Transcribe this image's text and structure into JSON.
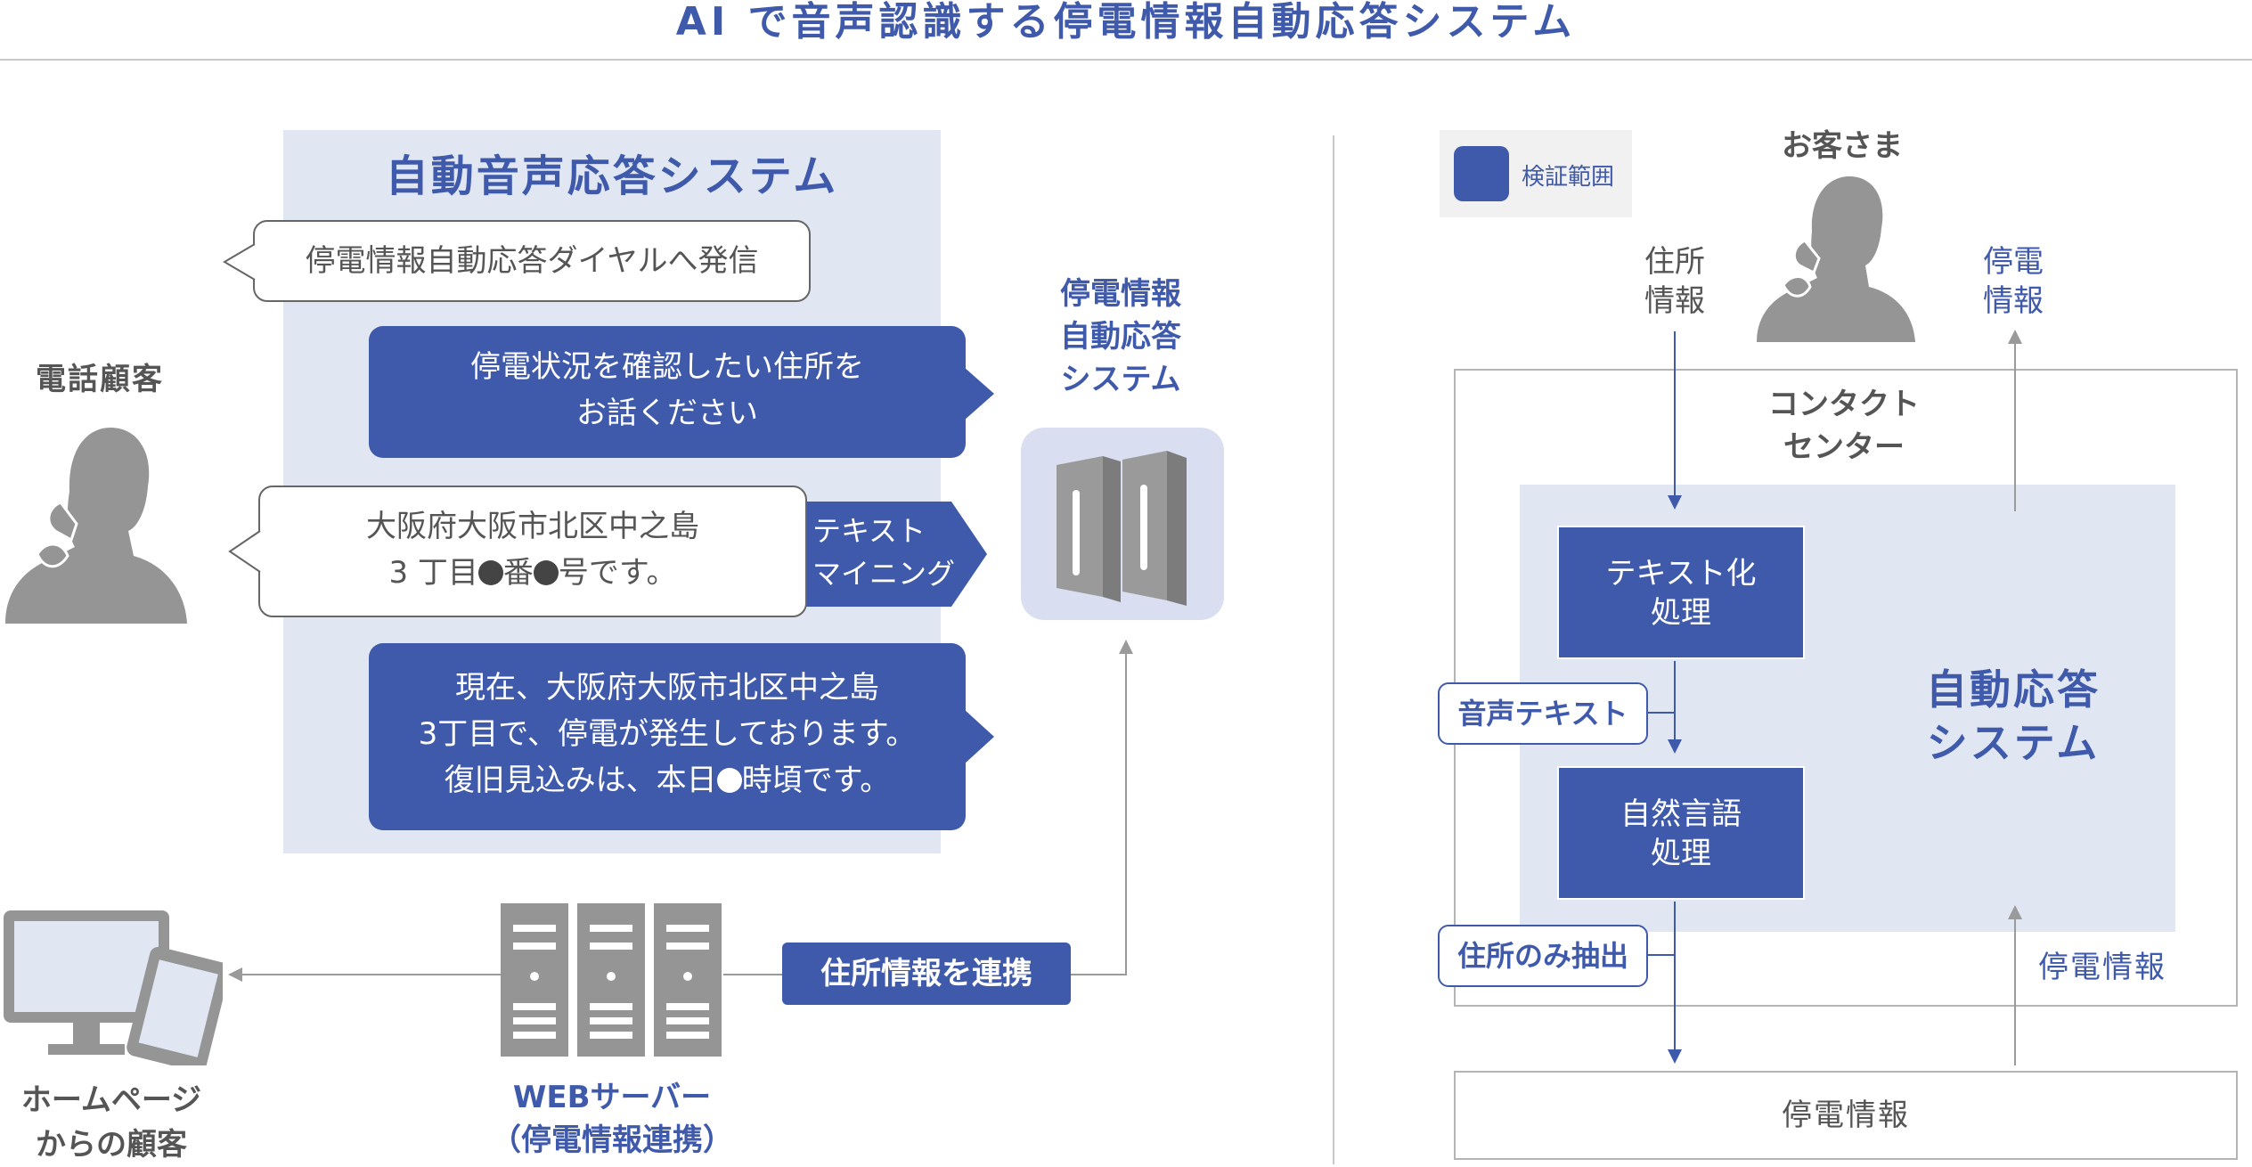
{
  "title": "AI で音声認識する停電情報自動応答システム",
  "left": {
    "panel_title": "自動音声応答システム",
    "caller_label": "電話顧客",
    "bubble1": "停電情報自動応答ダイヤルへ発信",
    "bubble2": {
      "line1": "停電状況を確認したい住所を",
      "line2": "お話ください"
    },
    "bubble3": {
      "line1": "大阪府大阪市北区中之島",
      "line2_pre": "3 丁目",
      "line2_mid": "番",
      "line2_post": "号です。"
    },
    "mining": {
      "line1": "テキスト",
      "line2": "マイニング"
    },
    "bubble4": {
      "line1": "現在、大阪府大阪市北区中之島",
      "line2": "3丁目で、停電が発生しております。",
      "line3_pre": "復旧見込みは、本日",
      "line3_post": "時頃です。"
    },
    "system": {
      "line1": "停電情報",
      "line2": "自動応答",
      "line3": "システム"
    },
    "link_label": "住所情報を連携",
    "web": {
      "line1": "WEBサーバー",
      "line2": "（停電情報連携）"
    },
    "home": {
      "line1": "ホームページ",
      "line2": "からの顧客"
    }
  },
  "right": {
    "legend_label": "検証範囲",
    "customer_label": "お客さま",
    "addr_in": {
      "line1": "住所",
      "line2": "情報"
    },
    "outage_out": {
      "line1": "停電",
      "line2": "情報"
    },
    "contact": {
      "line1": "コンタクト",
      "line2": "センター"
    },
    "text_proc": {
      "line1": "テキスト化",
      "line2": "処理"
    },
    "nlp_proc": {
      "line1": "自然言語",
      "line2": "処理"
    },
    "voice_text": "音声テキスト",
    "addr_extract": "住所のみ抽出",
    "auto": {
      "line1": "自動応答",
      "line2": "システム"
    },
    "outage_info": "停電情報",
    "bottom_box": "停電情報"
  },
  "colors": {
    "accent": "#3f5aab",
    "panel": "#e1e6f3",
    "figure": "#959595"
  }
}
